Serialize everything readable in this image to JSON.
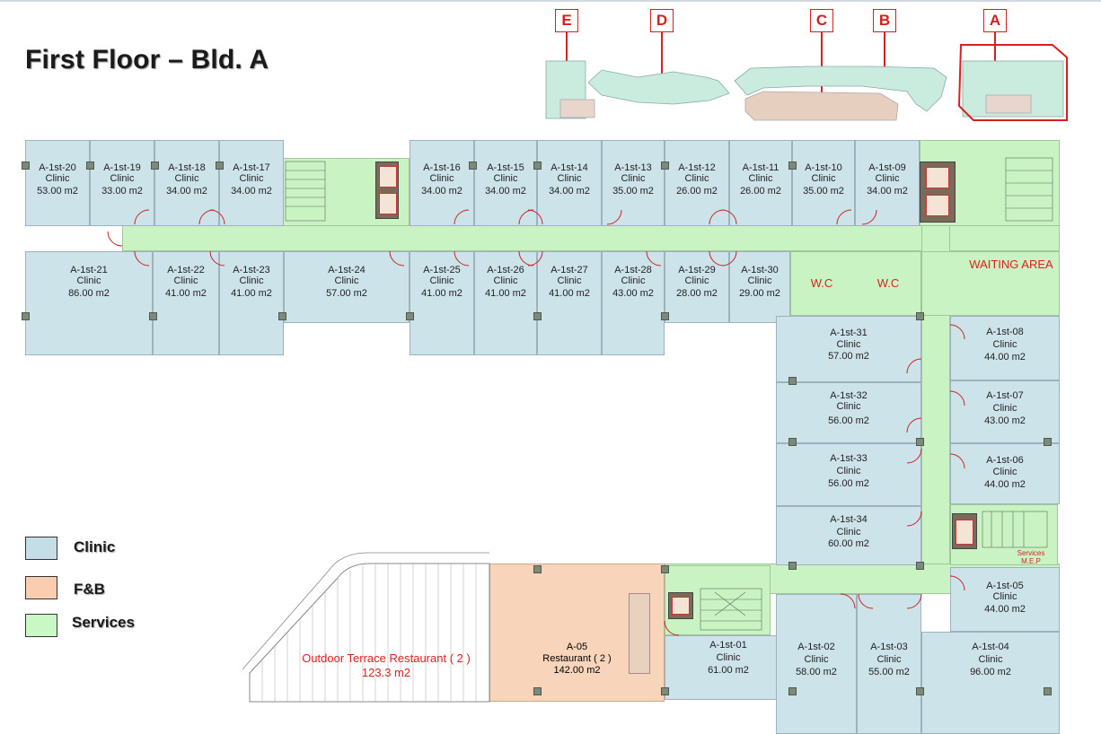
{
  "page": {
    "title": "First Floor – Bld. A"
  },
  "key_plan": {
    "letters": [
      "E",
      "D",
      "C",
      "B",
      "A"
    ],
    "highlight_color": "#d62020"
  },
  "colors": {
    "clinic": "#cde3ea",
    "fb": "#f8d4ba",
    "services": "#c9f3c3",
    "label_red": "#e02020"
  },
  "units_top": [
    {
      "id": "A-1st-20",
      "use": "Clinic",
      "area": "53.00 m2"
    },
    {
      "id": "A-1st-19",
      "use": "Clinic",
      "area": "33.00 m2"
    },
    {
      "id": "A-1st-18",
      "use": "Clinic",
      "area": "34.00 m2"
    },
    {
      "id": "A-1st-17",
      "use": "Clinic",
      "area": "34.00 m2"
    },
    {
      "id": "A-1st-16",
      "use": "Clinic",
      "area": "34.00 m2"
    },
    {
      "id": "A-1st-15",
      "use": "Clinic",
      "area": "34.00 m2"
    },
    {
      "id": "A-1st-14",
      "use": "Clinic",
      "area": "34.00 m2"
    },
    {
      "id": "A-1st-13",
      "use": "Clinic",
      "area": "35.00 m2"
    },
    {
      "id": "A-1st-12",
      "use": "Clinic",
      "area": "26.00  m2"
    },
    {
      "id": "A-1st-11",
      "use": "Clinic",
      "area": "26.00 m2"
    },
    {
      "id": "A-1st-10",
      "use": "Clinic",
      "area": "35.00 m2"
    },
    {
      "id": "A-1st-09",
      "use": "Clinic",
      "area": "34.00 m2"
    }
  ],
  "units_mid": [
    {
      "id": "A-1st-21",
      "use": "Clinic",
      "area": "86.00 m2"
    },
    {
      "id": "A-1st-22",
      "use": "Clinic",
      "area": "41.00 m2"
    },
    {
      "id": "A-1st-23",
      "use": "Clinic",
      "area": "41.00 m2"
    },
    {
      "id": "A-1st-24",
      "use": "Clinic",
      "area": "57.00 m2"
    },
    {
      "id": "A-1st-25",
      "use": "Clinic",
      "area": "41.00 m2"
    },
    {
      "id": "A-1st-26",
      "use": "Clinic",
      "area": "41.00 m2"
    },
    {
      "id": "A-1st-27",
      "use": "Clinic",
      "area": "41.00 m2"
    },
    {
      "id": "A-1st-28",
      "use": "Clinic",
      "area": "43.00 m2"
    },
    {
      "id": "A-1st-29",
      "use": "Clinic",
      "area": "28.00 m2"
    },
    {
      "id": "A-1st-30",
      "use": "Clinic",
      "area": "29.00 m2"
    }
  ],
  "units_right_inner": [
    {
      "id": "A-1st-31",
      "use": "Clinic",
      "area": "57.00 m2"
    },
    {
      "id": "A-1st-32",
      "use": "Clinic",
      "area": "56.00 m2"
    },
    {
      "id": "A-1st-33",
      "use": "Clinic",
      "area": "56.00 m2"
    },
    {
      "id": "A-1st-34",
      "use": "Clinic",
      "area": "60.00 m2"
    }
  ],
  "units_right_outer": [
    {
      "id": "A-1st-08",
      "use": "Clinic",
      "area": "44.00 m2"
    },
    {
      "id": "A-1st-07",
      "use": "Clinic",
      "area": "43.00 m2"
    },
    {
      "id": "A-1st-06",
      "use": "Clinic",
      "area": "44.00 m2"
    },
    {
      "id": "A-1st-05",
      "use": "Clinic",
      "area": "44.00 m2"
    }
  ],
  "units_bottom": [
    {
      "id": "A-1st-01",
      "use": "Clinic",
      "area": "61.00 m2"
    },
    {
      "id": "A-1st-02",
      "use": "Clinic",
      "area": "58.00 m2"
    },
    {
      "id": "A-1st-03",
      "use": "Clinic",
      "area": "55.00 m2"
    },
    {
      "id": "A-1st-04",
      "use": "Clinic",
      "area": "96.00 m2"
    }
  ],
  "restaurant": {
    "id": "A-05",
    "use": "Restaurant ( 2 )",
    "area": "142.00 m2"
  },
  "terrace": {
    "name": "Outdoor Terrace Restaurant ( 2 )",
    "area": "123.3 m2"
  },
  "labels": {
    "waiting_area": "WAITING AREA",
    "wc": "W.C",
    "services_label": "Services",
    "mep_label": "M.E.P"
  },
  "legend": [
    {
      "label": "Clinic",
      "color": "#c5dde6"
    },
    {
      "label": "F&B",
      "color": "#f8cdb0"
    },
    {
      "label": "Services",
      "color": "#c9f7c6"
    }
  ]
}
